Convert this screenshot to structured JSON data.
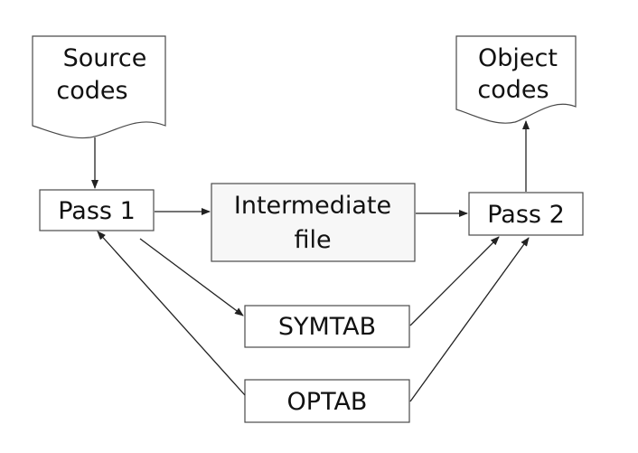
{
  "nodes": {
    "source_codes": {
      "line1": "Source",
      "line2": "codes"
    },
    "object_codes": {
      "line1": "Object",
      "line2": "codes"
    },
    "pass1": {
      "label": "Pass 1"
    },
    "intermediate_file": {
      "line1": "Intermediate",
      "line2": "file"
    },
    "pass2": {
      "label": "Pass 2"
    },
    "symtab": {
      "label": "SYMTAB"
    },
    "optab": {
      "label": "OPTAB"
    }
  },
  "edges": [
    {
      "from": "source_codes",
      "to": "pass1"
    },
    {
      "from": "pass1",
      "to": "intermediate_file"
    },
    {
      "from": "intermediate_file",
      "to": "pass2"
    },
    {
      "from": "pass2",
      "to": "object_codes"
    },
    {
      "from": "pass1",
      "to": "symtab"
    },
    {
      "from": "optab",
      "to": "pass1"
    },
    {
      "from": "symtab",
      "to": "pass2"
    },
    {
      "from": "optab",
      "to": "pass2"
    }
  ],
  "colors": {
    "stroke": "#4a4a4a",
    "arrow": "#222222",
    "text": "#111111",
    "background": "#ffffff"
  }
}
